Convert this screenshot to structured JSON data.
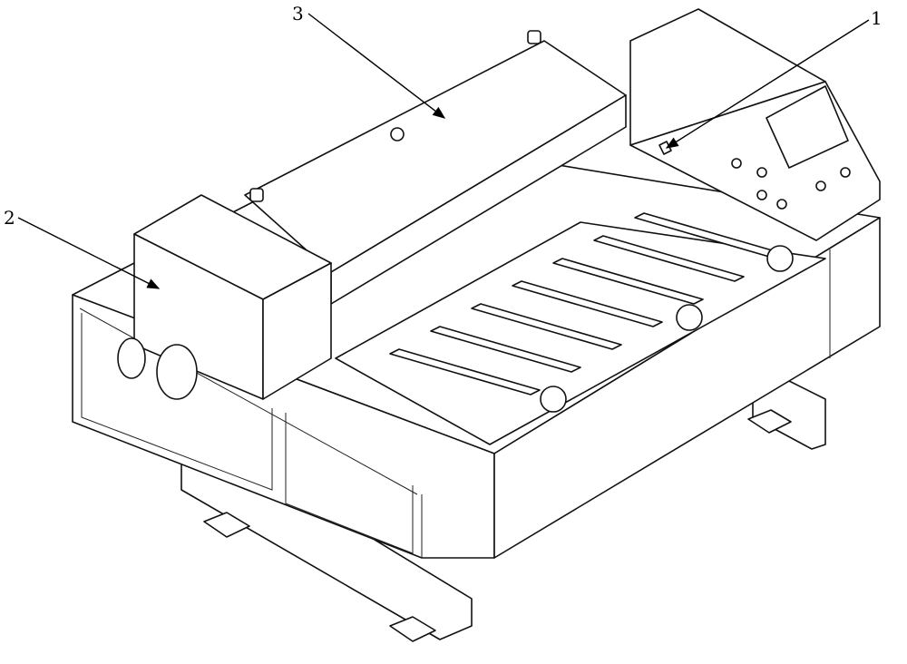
{
  "figure": {
    "labels": [
      {
        "id": "1",
        "text": "1"
      },
      {
        "id": "2",
        "text": "2"
      },
      {
        "id": "3",
        "text": "3"
      }
    ]
  }
}
